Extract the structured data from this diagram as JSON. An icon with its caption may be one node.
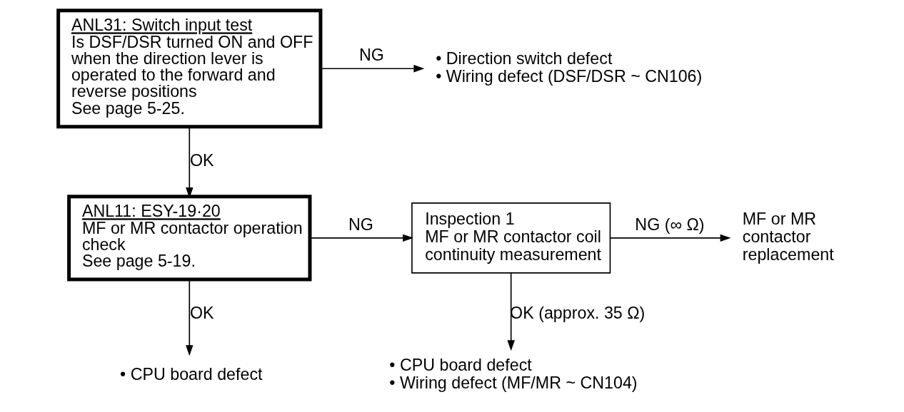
{
  "diagram": {
    "nodes": [
      {
        "text": [
          "ANL31: Switch input test",
          "Is DSF/DSR turned ON and OFF when the direction lever is operated to the forward and reverse positions",
          "See page 5-25."
        ]
      },
      {
        "text": [
          "• Direction switch defect",
          "• Wiring defect (DSF/DSR ~ CN106)"
        ]
      },
      {
        "text": [
          "ANL11: ESY-19·20",
          "MF or MR contactor operation check",
          "See page 5-19."
        ]
      },
      {
        "text": [
          "Inspection 1",
          "MF or MR contactor coil continuity measurement"
        ]
      },
      {
        "text": [
          "MF or MR contactor replacement"
        ]
      },
      {
        "text": [
          "• CPU board defect"
        ]
      },
      {
        "text": [
          "• CPU board defect",
          "• Wiring defect (MF/MR ~ CN104)"
        ]
      }
    ],
    "edges": [
      {
        "from": 0,
        "to": 1,
        "arrow": "to",
        "label": "NG"
      },
      {
        "from": 0,
        "to": 2,
        "arrow": "to",
        "label": "OK"
      },
      {
        "from": 2,
        "to": 3,
        "arrow": "to",
        "label": "NG"
      },
      {
        "from": 3,
        "to": 4,
        "arrow": "to",
        "label": "NG (∞ Ω)"
      },
      {
        "from": 2,
        "to": 5,
        "arrow": "to",
        "label": "OK"
      },
      {
        "from": 3,
        "to": 6,
        "arrow": "to",
        "label": "OK (approx. 35 Ω)"
      }
    ]
  }
}
